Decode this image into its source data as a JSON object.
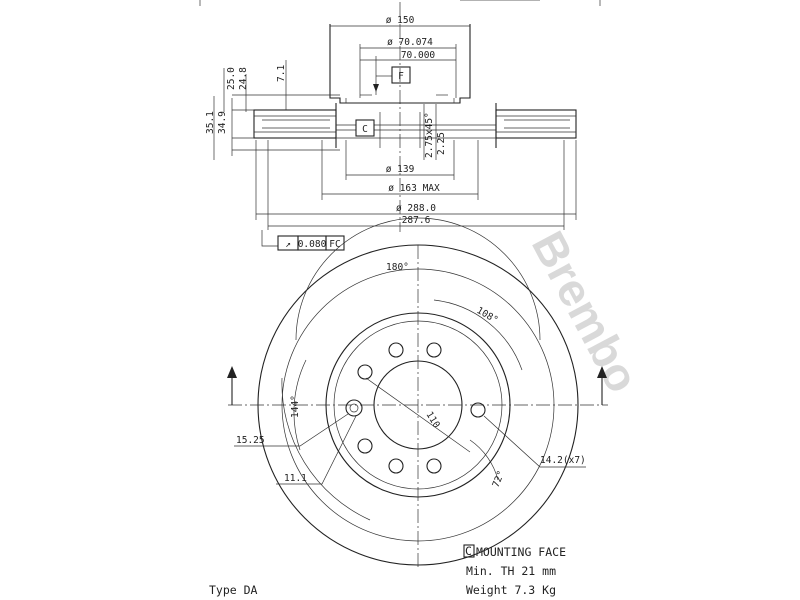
{
  "colors": {
    "ink": "#222222",
    "watermark": "#d9d9d9",
    "paper": "#ffffff"
  },
  "watermark_text": "Brembo",
  "section_view": {
    "dims": {
      "d150": "ø 150",
      "d70074": "ø 70.074",
      "d70000": "70.000",
      "h25": "25.0",
      "h248": "24.8",
      "h71": "7.1",
      "h351": "35.1",
      "h349": "34.9",
      "chamfer": "2.75x45°",
      "h225": "2.25",
      "d139": "ø 139",
      "d163": "ø 163 MAX",
      "d288": "ø 288.0",
      "d2876": "287.6"
    },
    "datum_f": "F",
    "datum_c": "C",
    "runout_value": "0.080",
    "runout_ref": "FC",
    "runout_symbol": "↗"
  },
  "front_view": {
    "angles": {
      "a180": "180°",
      "a108": "108°",
      "a144": "144°",
      "a72": "72°"
    },
    "dims": {
      "pcd": "110",
      "hole_a": "15.25",
      "hole_b": "11.1",
      "holes": "14.2(x7)"
    }
  },
  "notes": {
    "mounting_symbol": "C",
    "mounting_face": "MOUNTING FACE",
    "min_th": "Min. TH 21  mm",
    "weight": "Weight  7.3 Kg",
    "type": "Type DA"
  }
}
